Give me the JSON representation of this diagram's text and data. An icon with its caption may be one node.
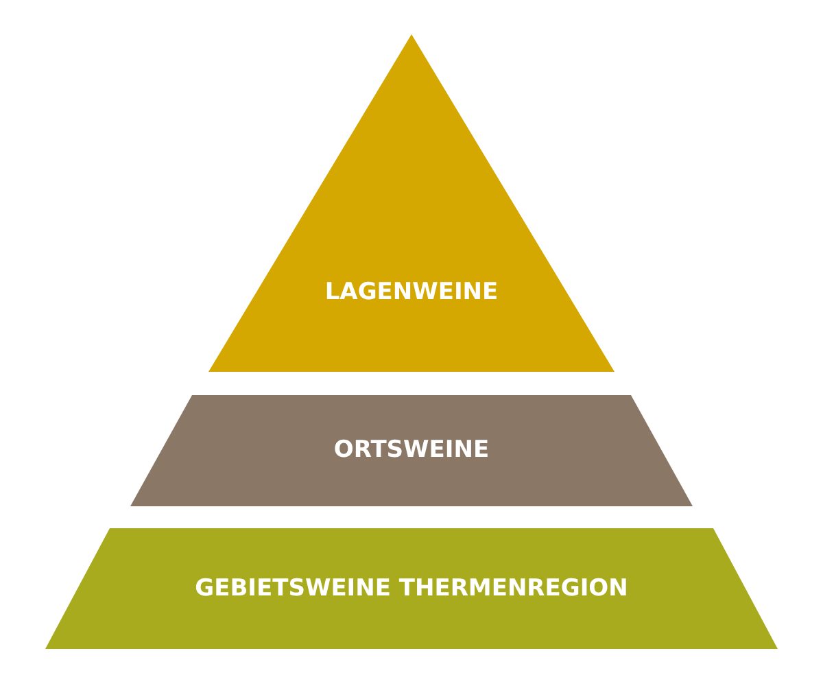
{
  "diagram": {
    "nodes": [
      {
        "text": [
          "LAGENWEINE"
        ]
      },
      {
        "text": [
          "ORTSWEINE"
        ]
      },
      {
        "text": [
          "GEBIETSWEINE THERMENREGION"
        ]
      }
    ]
  }
}
